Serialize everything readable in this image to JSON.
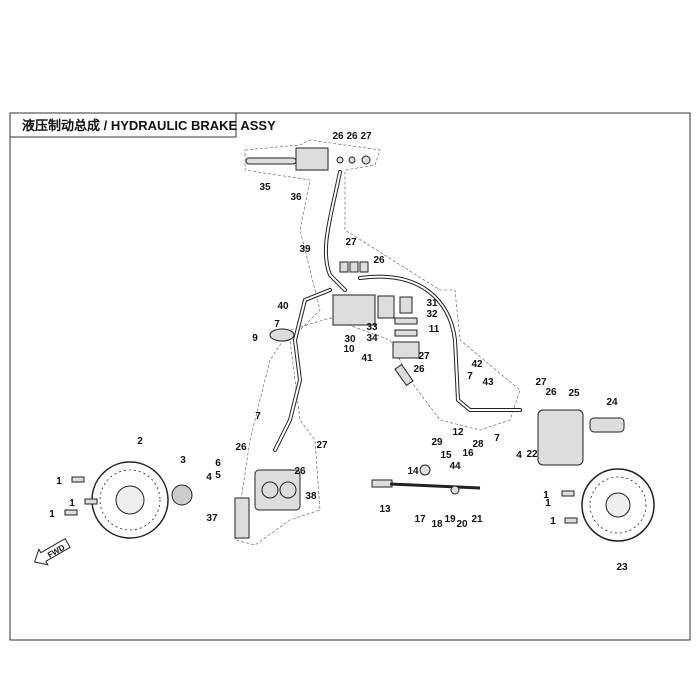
{
  "title": "液压制动总成 / HYDRAULIC BRAKE ASSY",
  "fwd_label": "FWD",
  "labels": [
    "26",
    "26",
    "27",
    "35",
    "36",
    "39",
    "27",
    "26",
    "40",
    "31",
    "32",
    "33",
    "34",
    "11",
    "7",
    "9",
    "30",
    "10",
    "41",
    "27",
    "42",
    "26",
    "7",
    "43",
    "27",
    "25",
    "26",
    "24",
    "12",
    "7",
    "7",
    "26",
    "27",
    "26",
    "29",
    "28",
    "15",
    "16",
    "4",
    "22",
    "2",
    "3",
    "6",
    "5",
    "4",
    "1",
    "1",
    "1",
    "38",
    "37",
    "14",
    "44",
    "13",
    "17",
    "18",
    "19",
    "20",
    "21",
    "1",
    "1",
    "1",
    "23"
  ]
}
